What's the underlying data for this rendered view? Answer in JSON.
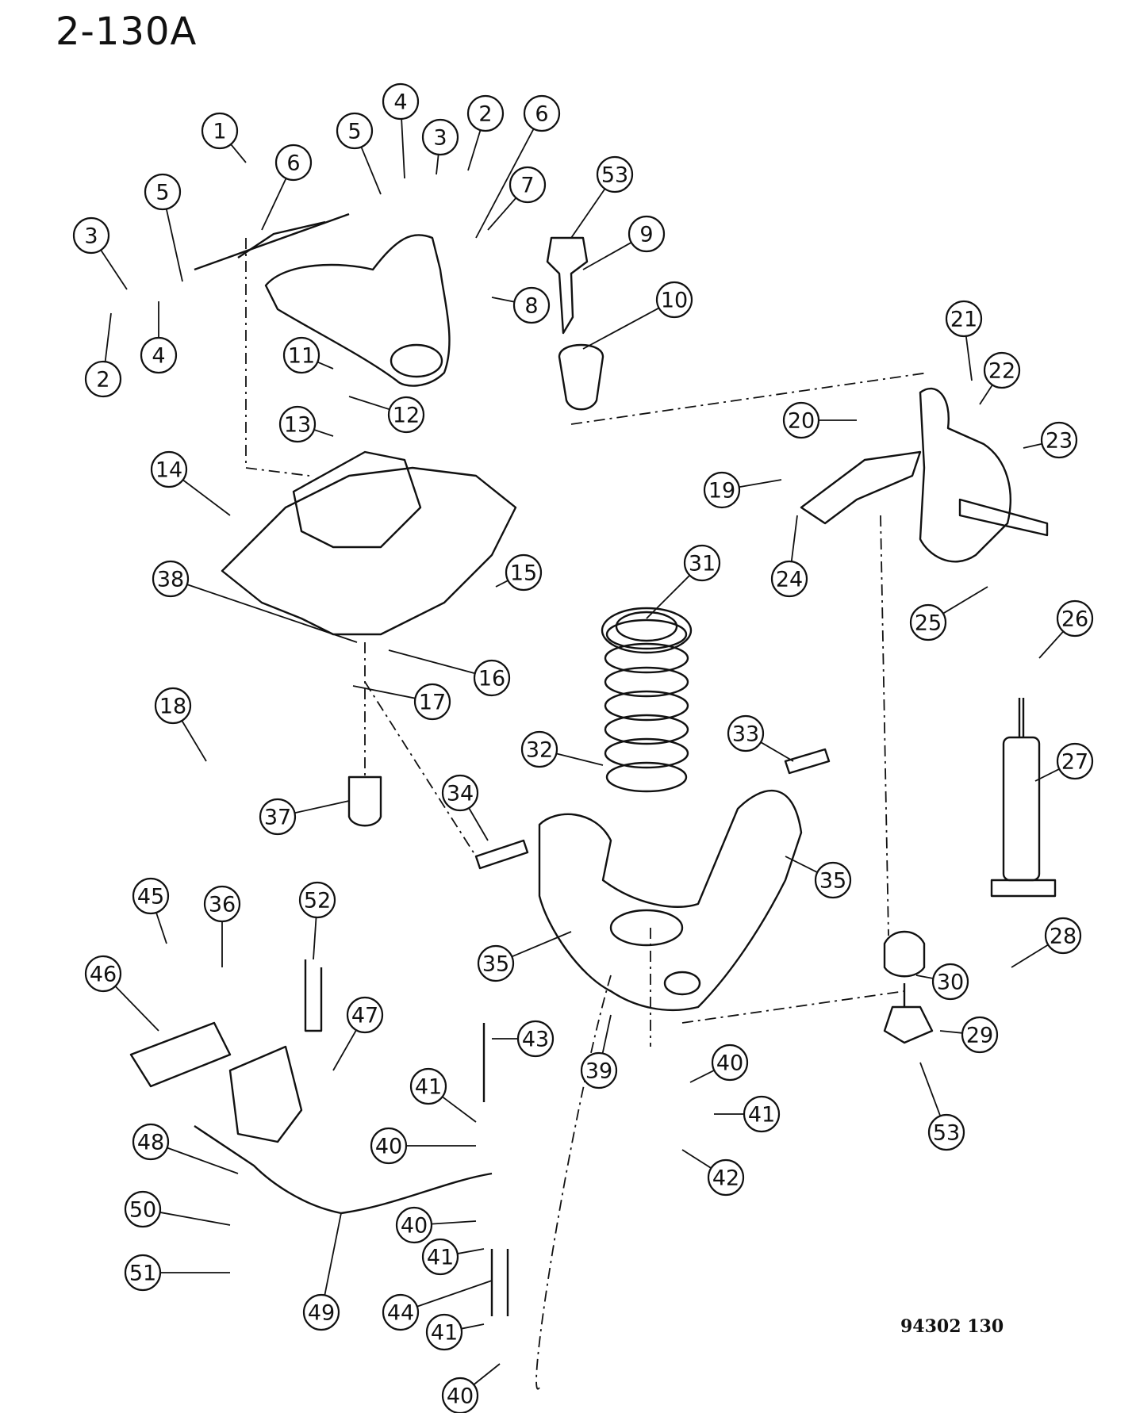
{
  "title": "2-130A",
  "diagram_id": "94302  130",
  "callouts": [
    "1",
    "2",
    "3",
    "4",
    "5",
    "6",
    "7",
    "8",
    "9",
    "10",
    "11",
    "12",
    "13",
    "14",
    "15",
    "16",
    "17",
    "18",
    "19",
    "20",
    "21",
    "22",
    "23",
    "24",
    "25",
    "26",
    "27",
    "28",
    "29",
    "30",
    "31",
    "32",
    "33",
    "34",
    "35",
    "36",
    "37",
    "38",
    "39",
    "40",
    "41",
    "42",
    "43",
    "44",
    "45",
    "46",
    "47",
    "48",
    "49",
    "50",
    "51",
    "52",
    "53"
  ],
  "colors": {
    "ink": "#111111",
    "paper": "#ffffff"
  }
}
